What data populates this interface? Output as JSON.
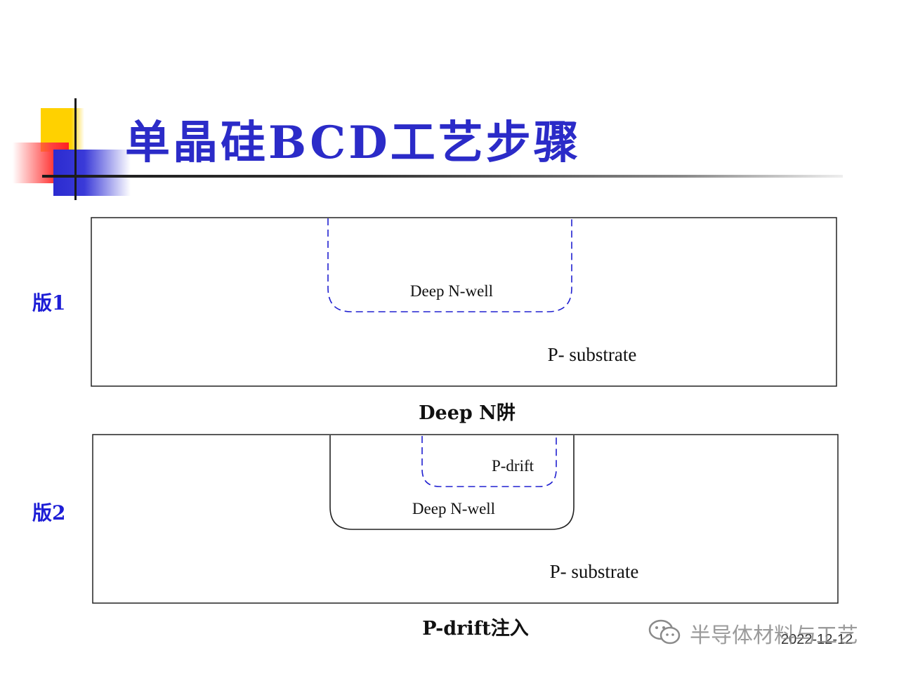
{
  "slide": {
    "title": "单晶硅BCD工艺步骤",
    "date": "2022-12-12"
  },
  "steps": [
    {
      "mask_label": "版1",
      "caption": "Deep N阱",
      "regions": {
        "deep_nwell": "Deep N-well",
        "substrate": "P- substrate"
      }
    },
    {
      "mask_label": "版2",
      "caption": "P-drift注入",
      "regions": {
        "p_drift": "P-drift",
        "deep_nwell": "Deep N-well",
        "substrate": "P- substrate"
      }
    }
  ],
  "watermark": {
    "text": "半导体材料与工艺",
    "icon": "wechat-icon"
  },
  "colors": {
    "title": "#2b2bc8",
    "mask_label": "#1d1dd6",
    "dashed_outline": "#2020d0"
  }
}
